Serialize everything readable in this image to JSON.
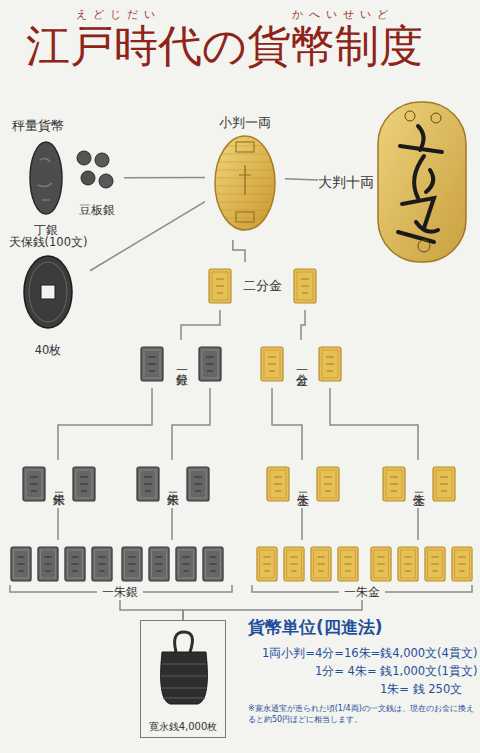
{
  "diagram": {
    "title": "江戸時代の貨幣制度",
    "nodes": [
      {
        "text": [
          "秤量貨幣"
        ]
      },
      {
        "text": [
          "丁銀"
        ],
        "in": 0
      },
      {
        "text": [
          "豆板銀"
        ],
        "in": 0
      },
      {
        "text": [
          "小判一両"
        ]
      },
      {
        "text": [
          "大判十両"
        ]
      },
      {
        "text": [
          "天保銭(100文)",
          "40枚"
        ]
      },
      {
        "text": [
          "二分金"
        ]
      },
      {
        "text": [
          "一分銀"
        ]
      },
      {
        "text": [
          "一分金"
        ]
      },
      {
        "text": [
          "二朱銀"
        ]
      },
      {
        "text": [
          "二朱銀"
        ]
      },
      {
        "text": [
          "二朱金"
        ]
      },
      {
        "text": [
          "二朱金"
        ]
      },
      {
        "text": [
          "一朱銀"
        ]
      },
      {
        "text": [
          "一朱金"
        ]
      },
      {
        "text": [
          "寛永銭4,000枚"
        ]
      }
    ],
    "edges": [
      {
        "from": 3,
        "to": 0,
        "arrow": "none"
      },
      {
        "from": 3,
        "to": 4,
        "arrow": "none"
      },
      {
        "from": 3,
        "to": 5,
        "arrow": "none"
      },
      {
        "from": 3,
        "to": 6,
        "arrow": "none"
      },
      {
        "from": 6,
        "to": 7,
        "arrow": "none"
      },
      {
        "from": 6,
        "to": 8,
        "arrow": "none"
      },
      {
        "from": 7,
        "to": 9,
        "arrow": "none"
      },
      {
        "from": 7,
        "to": 10,
        "arrow": "none"
      },
      {
        "from": 8,
        "to": 11,
        "arrow": "none"
      },
      {
        "from": 8,
        "to": 12,
        "arrow": "none"
      },
      {
        "from": 9,
        "to": 13,
        "arrow": "none"
      },
      {
        "from": 10,
        "to": 13,
        "arrow": "none"
      },
      {
        "from": 11,
        "to": 14,
        "arrow": "none"
      },
      {
        "from": 12,
        "to": 14,
        "arrow": "none"
      },
      {
        "from": 13,
        "to": 15,
        "arrow": "none"
      },
      {
        "from": 14,
        "to": 15,
        "arrow": "none"
      }
    ],
    "labels": [
      "えどじだい",
      "かへいせいど",
      "貨幣単位(四進法)",
      "1両小判=4分=16朱=銭4,000文(4貫文)",
      "1分= 4朱= 銭1,000文(1貫文)",
      "1朱= 銭 250文",
      "※寛永通宝が造られた頃(1/4両)の一文銭は、現在のお金に換えると約50円ほどに相当します。"
    ]
  }
}
